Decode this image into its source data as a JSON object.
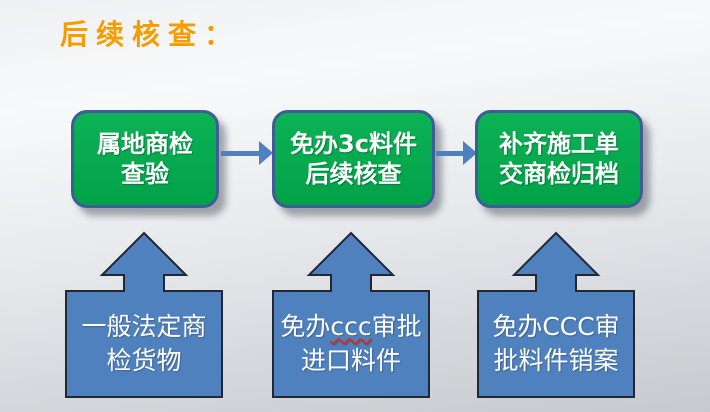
{
  "title": {
    "text": "后续核查："
  },
  "palette": {
    "title_orange": "#F59C00",
    "step_green": "#00A84F",
    "step_border_blue": "#3E5C96",
    "source_blue": "#4E81BD",
    "outline_dark": "#222831",
    "squiggle_red": "#CF2E20",
    "background_top": "#F8F9FA",
    "background_bottom": "#C7C9CE"
  },
  "flow_steps": [
    {
      "line1": "属地商检",
      "line2": "查验"
    },
    {
      "line1": "免办3c料件",
      "line2": "后续核查"
    },
    {
      "line1": "补齐施工单",
      "line2": "交商检归档"
    }
  ],
  "sources": [
    {
      "line1": "一般法定商",
      "line2": "检货物"
    },
    {
      "line1_pre": "免办",
      "line1_misspelled": "ccc",
      "line1_post": "审批",
      "line2": "进口料件"
    },
    {
      "line1": "免办CCC审",
      "line2": "批料件销案"
    }
  ]
}
